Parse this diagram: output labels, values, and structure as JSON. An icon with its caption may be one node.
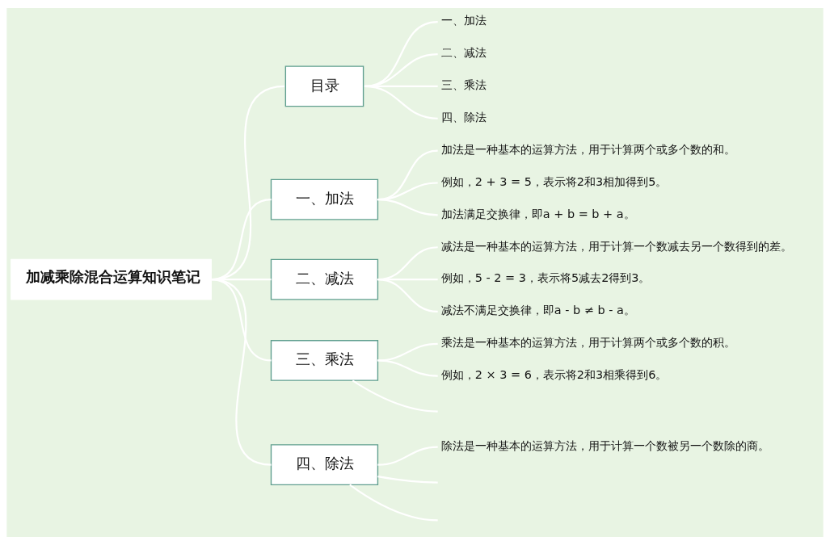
{
  "diagram": {
    "nodes": [
      {
        "text": [
          "加减乘除混合运算知识笔记"
        ]
      },
      {
        "text": [
          "目录"
        ]
      },
      {
        "text": [
          "一、加法"
        ]
      },
      {
        "text": [
          "二、减法"
        ]
      },
      {
        "text": [
          "三、乘法"
        ]
      },
      {
        "text": [
          "四、除法"
        ]
      },
      {
        "text": [
          "一、加法"
        ]
      },
      {
        "text": [
          "加法是一种基本的运算方法，用于计算两个或多个数的和。"
        ]
      },
      {
        "text": [
          "例如，2 + 3 = 5，表示将2和3相加得到5。"
        ]
      },
      {
        "text": [
          "加法满足交换律，即a + b = b + a。"
        ]
      },
      {
        "text": [
          "二、减法"
        ]
      },
      {
        "text": [
          "减法是一种基本的运算方法，用于计算一个数减去另一个数得到的差。"
        ]
      },
      {
        "text": [
          "例如，5 - 2 = 3，表示将5减去2得到3。"
        ]
      },
      {
        "text": [
          "减法不满足交换律，即a - b ≠ b - a。"
        ]
      },
      {
        "text": [
          "三、乘法"
        ]
      },
      {
        "text": [
          "乘法是一种基本的运算方法，用于计算两个或多个数的积。"
        ]
      },
      {
        "text": [
          "例如，2 × 3 = 6，表示将2和3相乘得到6。"
        ]
      },
      {
        "text": [
          "四、除法"
        ]
      },
      {
        "text": [
          "除法是一种基本的运算方法，用于计算一个数被另一个数除的商。"
        ]
      }
    ],
    "edges": [
      {
        "from": 0,
        "to": 1,
        "arrow": "none"
      },
      {
        "from": 1,
        "to": 2,
        "arrow": "none"
      },
      {
        "from": 1,
        "to": 3,
        "arrow": "none"
      },
      {
        "from": 1,
        "to": 4,
        "arrow": "none"
      },
      {
        "from": 1,
        "to": 5,
        "arrow": "none"
      },
      {
        "from": 0,
        "to": 6,
        "arrow": "none"
      },
      {
        "from": 6,
        "to": 7,
        "arrow": "none"
      },
      {
        "from": 6,
        "to": 8,
        "arrow": "none"
      },
      {
        "from": 6,
        "to": 9,
        "arrow": "none"
      },
      {
        "from": 0,
        "to": 10,
        "arrow": "none"
      },
      {
        "from": 10,
        "to": 11,
        "arrow": "none"
      },
      {
        "from": 10,
        "to": 12,
        "arrow": "none"
      },
      {
        "from": 10,
        "to": 13,
        "arrow": "none"
      },
      {
        "from": 0,
        "to": 14,
        "arrow": "none"
      },
      {
        "from": 14,
        "to": 15,
        "arrow": "none"
      },
      {
        "from": 14,
        "to": 16,
        "arrow": "none"
      },
      {
        "from": 14,
        "to": null,
        "arrow": "none"
      },
      {
        "from": 0,
        "to": 17,
        "arrow": "none"
      },
      {
        "from": 17,
        "to": 18,
        "arrow": "none"
      },
      {
        "from": 17,
        "to": null,
        "arrow": "none"
      },
      {
        "from": 17,
        "to": null,
        "arrow": "none"
      }
    ]
  }
}
